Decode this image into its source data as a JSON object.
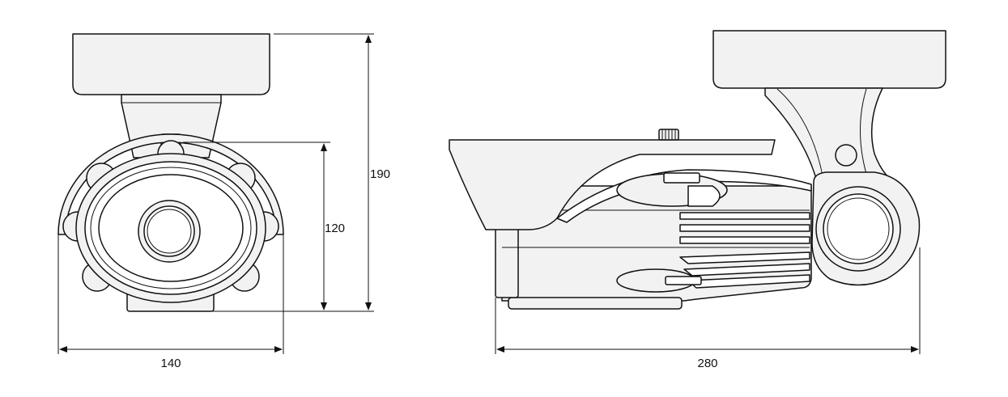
{
  "dimensions": {
    "front_width": "140",
    "front_inner_height": "120",
    "front_total_height": "190",
    "side_length": "280"
  },
  "colors": {
    "line": "#111111",
    "fill": "#f2f2f2",
    "background": "#ffffff"
  }
}
